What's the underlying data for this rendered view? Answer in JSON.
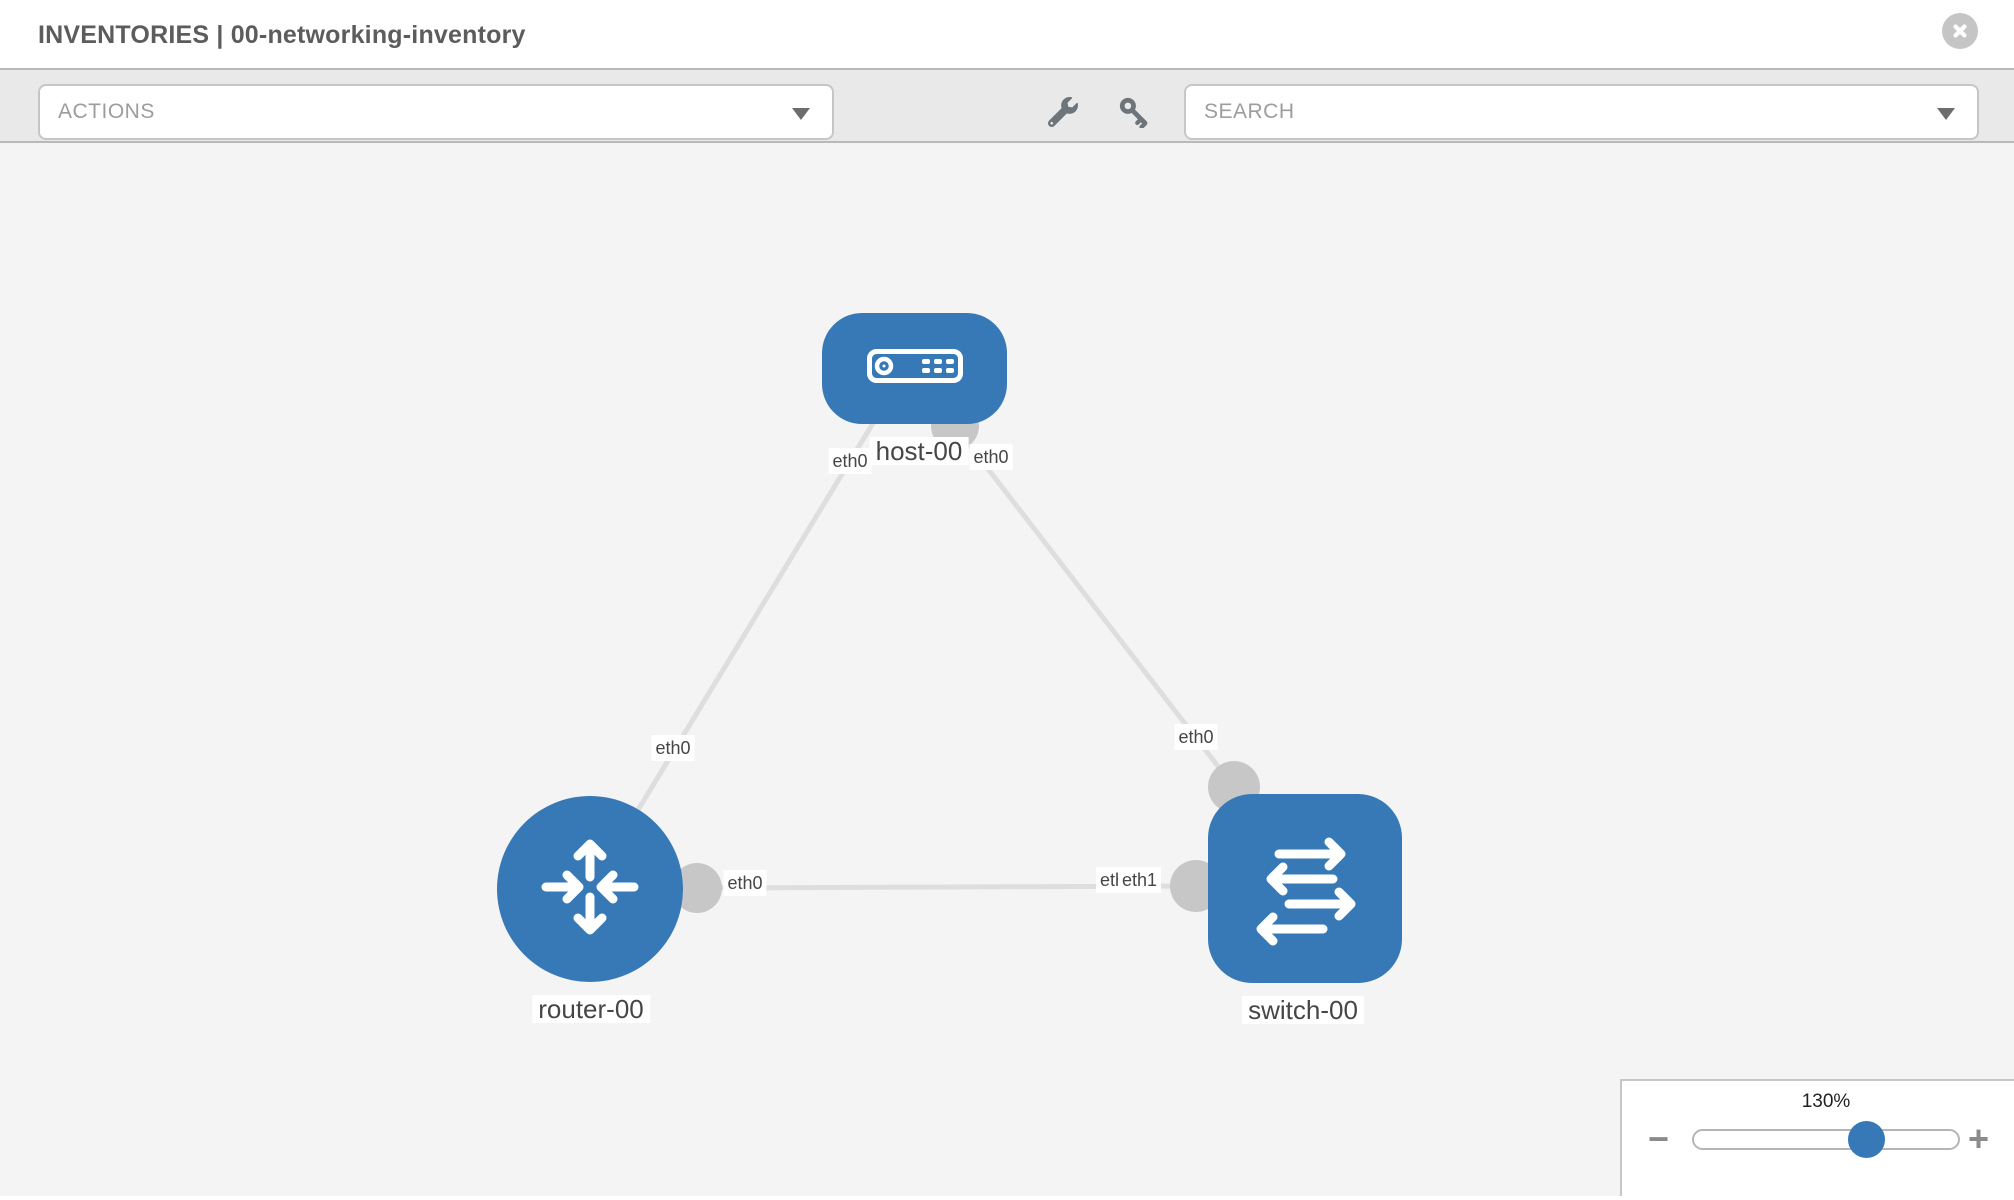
{
  "header": {
    "title": "INVENTORIES | 00-networking-inventory"
  },
  "toolbar": {
    "actions_label": "ACTIONS",
    "search_placeholder": "SEARCH"
  },
  "topology": {
    "nodes": [
      {
        "id": "host-00",
        "type": "host",
        "label": "host-00"
      },
      {
        "id": "router-00",
        "type": "router",
        "label": "router-00"
      },
      {
        "id": "switch-00",
        "type": "switch",
        "label": "switch-00"
      }
    ],
    "links": [
      {
        "from": "host-00",
        "to": "router-00",
        "from_interface": "eth0",
        "to_interface": "eth0"
      },
      {
        "from": "host-00",
        "to": "switch-00",
        "from_interface": "eth0",
        "to_interface": "eth0"
      },
      {
        "from": "router-00",
        "to": "switch-00",
        "from_interface": "eth0",
        "to_interface": "eth1"
      }
    ],
    "interface_labels": {
      "host_to_router_host_side": "eth0",
      "host_to_router_router_side": "eth0",
      "host_to_switch_host_side": "eth0",
      "host_to_switch_switch_side": "eth0",
      "router_to_switch_router_side": "eth0",
      "router_to_switch_switch_side_rear": "eth0",
      "router_to_switch_switch_side_front": "eth1"
    }
  },
  "zoom_panel": {
    "level": "130%",
    "minus_glyph": "−",
    "plus_glyph": "+"
  },
  "colors": {
    "node-blue": "#3779b6",
    "port-gray": "#c7c7c7",
    "link-gray": "#dedede",
    "canvas-bg": "#f4f4f4",
    "toolbar-bg": "#e9e9e9",
    "border-gray": "#b9b9b9",
    "control-border": "#c6c6c6",
    "title-gray": "#5c5c5c",
    "label-text": "#464646",
    "placeholder-gray": "#9d9d9d",
    "icon-gray": "#6d747a",
    "close-gray": "#c5c5c5",
    "zoom-accent": "#3779b6"
  }
}
